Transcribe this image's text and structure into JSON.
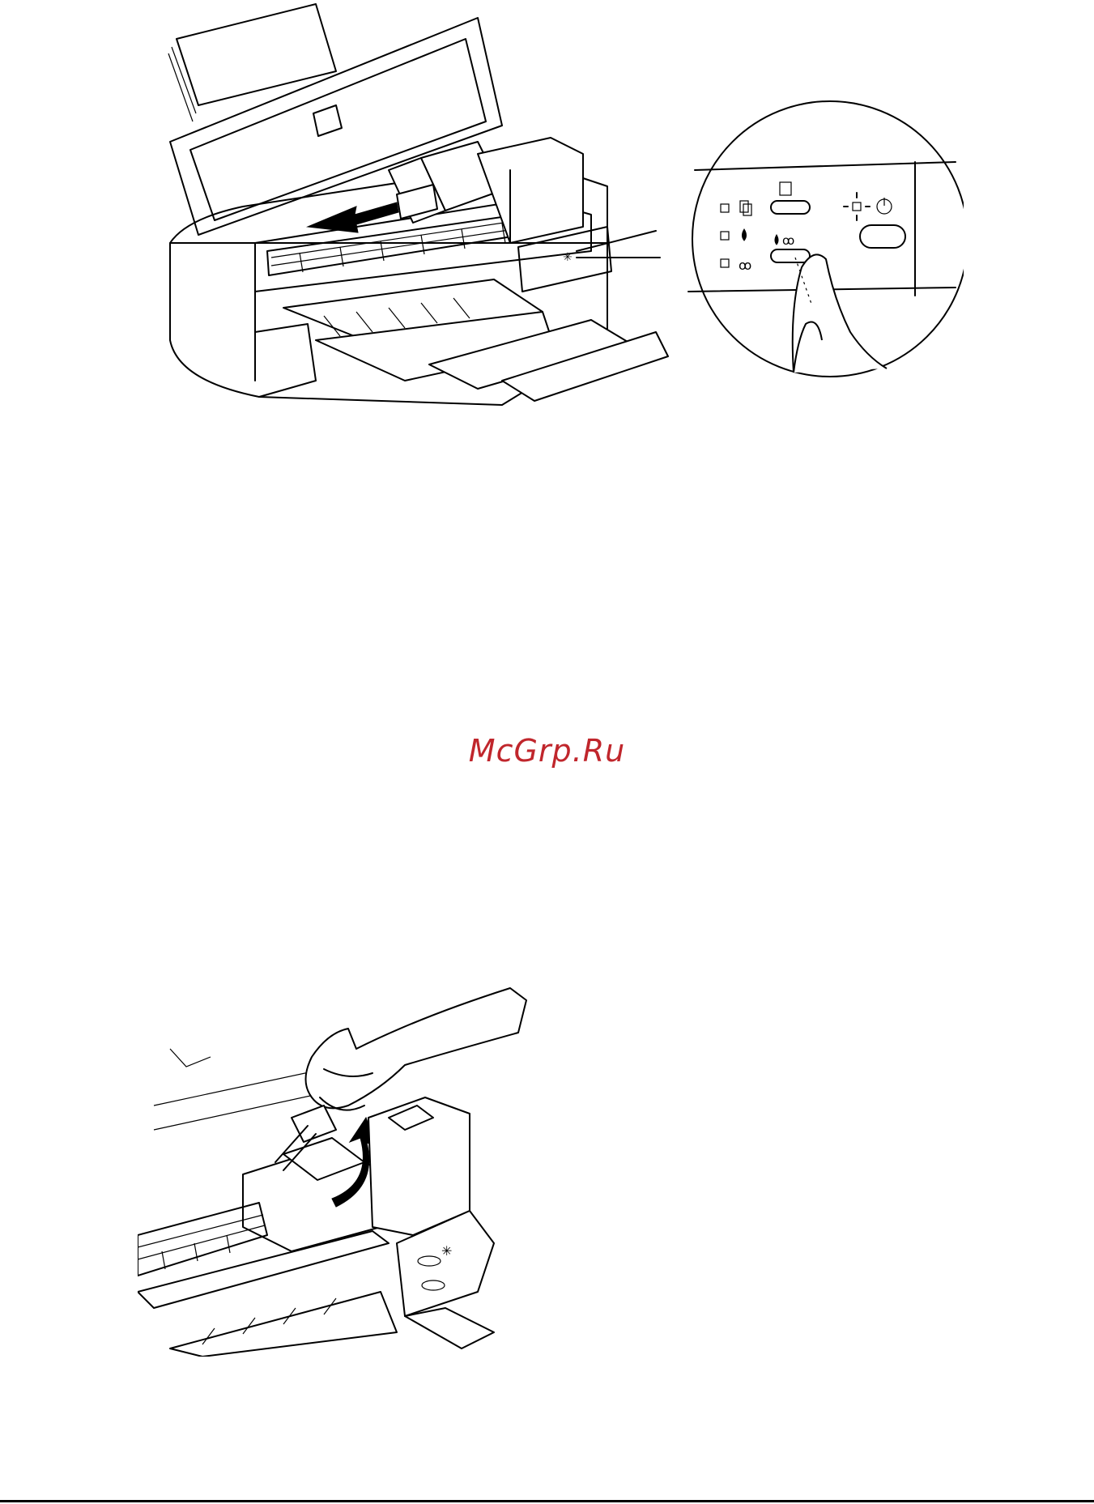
{
  "watermark": {
    "text": "McGrp.Ru",
    "color": "#c0262c"
  },
  "figures": [
    {
      "name": "printer-open-cover-with-control-panel-callout",
      "icons": [
        "paper-out-light-icon",
        "black-ink-light-icon",
        "color-ink-light-icon",
        "load-eject-button-icon",
        "cleaning-button-icon",
        "power-light-icon",
        "power-button-icon",
        "finger-press-icon",
        "movement-arrow-icon"
      ]
    },
    {
      "name": "hand-lifting-cartridge-clamp",
      "icons": [
        "hand-icon",
        "lift-arrow-icon",
        "power-light-blink-icon"
      ]
    }
  ]
}
